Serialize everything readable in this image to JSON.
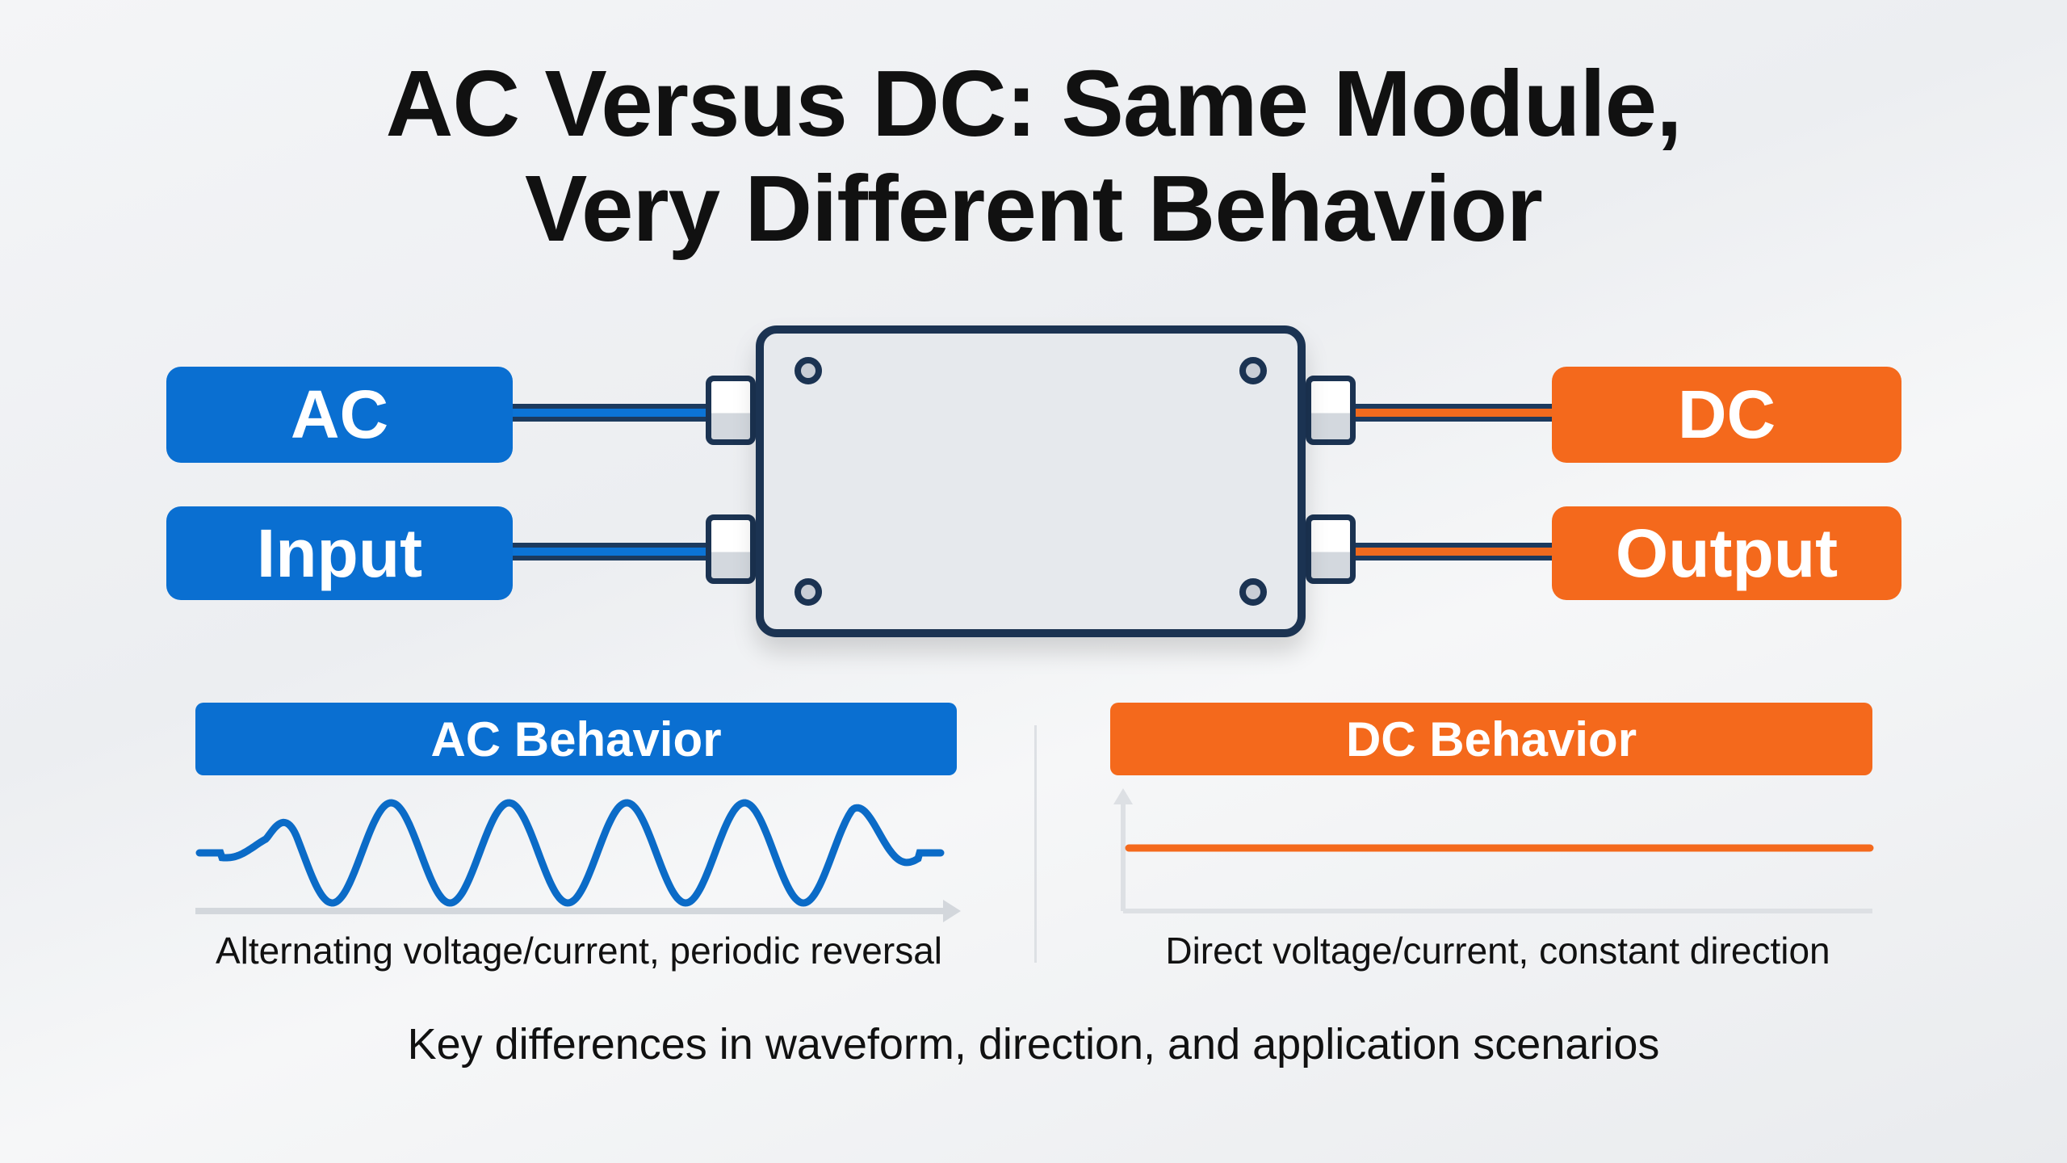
{
  "title": {
    "line1": "AC Versus DC: Same Module,",
    "line2": "Very Different Behavior"
  },
  "input_labels": {
    "top": "AC",
    "bottom": "Input"
  },
  "output_labels": {
    "top": "DC",
    "bottom": "Output"
  },
  "ac_panel": {
    "header": "AC Behavior",
    "caption": "Alternating voltage/current, periodic reversal"
  },
  "dc_panel": {
    "header": "DC Behavior",
    "caption": "Direct voltage/current, constant direction"
  },
  "footer": "Key differences in waveform, direction, and application scenarios",
  "colors": {
    "ac_blue": "#0a6fd1",
    "dc_orange": "#f4691c",
    "module_outline": "#1b3352"
  }
}
